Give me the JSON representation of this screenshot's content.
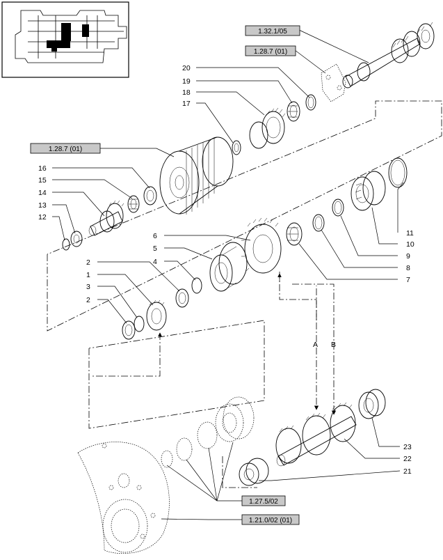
{
  "diagram": {
    "references": {
      "r1": "1.32.1/05",
      "r2": "1.28.7 (01)",
      "r3": "1.28.7 (01)",
      "r4": "1.27.5/02",
      "r5": "1.21.0/02 (01)"
    },
    "callouts": {
      "n1": "1",
      "n2a": "2",
      "n2b": "2",
      "n3": "3",
      "n4": "4",
      "n5": "5",
      "n6": "6",
      "n7": "7",
      "n8": "8",
      "n9": "9",
      "n10": "10",
      "n11": "11",
      "n12": "12",
      "n13": "13",
      "n14": "14",
      "n15": "15",
      "n16": "16",
      "n17": "17",
      "n18": "18",
      "n19": "19",
      "n20": "20",
      "n21": "21",
      "n22": "22",
      "n23": "23"
    },
    "flow_labels": {
      "a": "A",
      "b": "B"
    }
  }
}
